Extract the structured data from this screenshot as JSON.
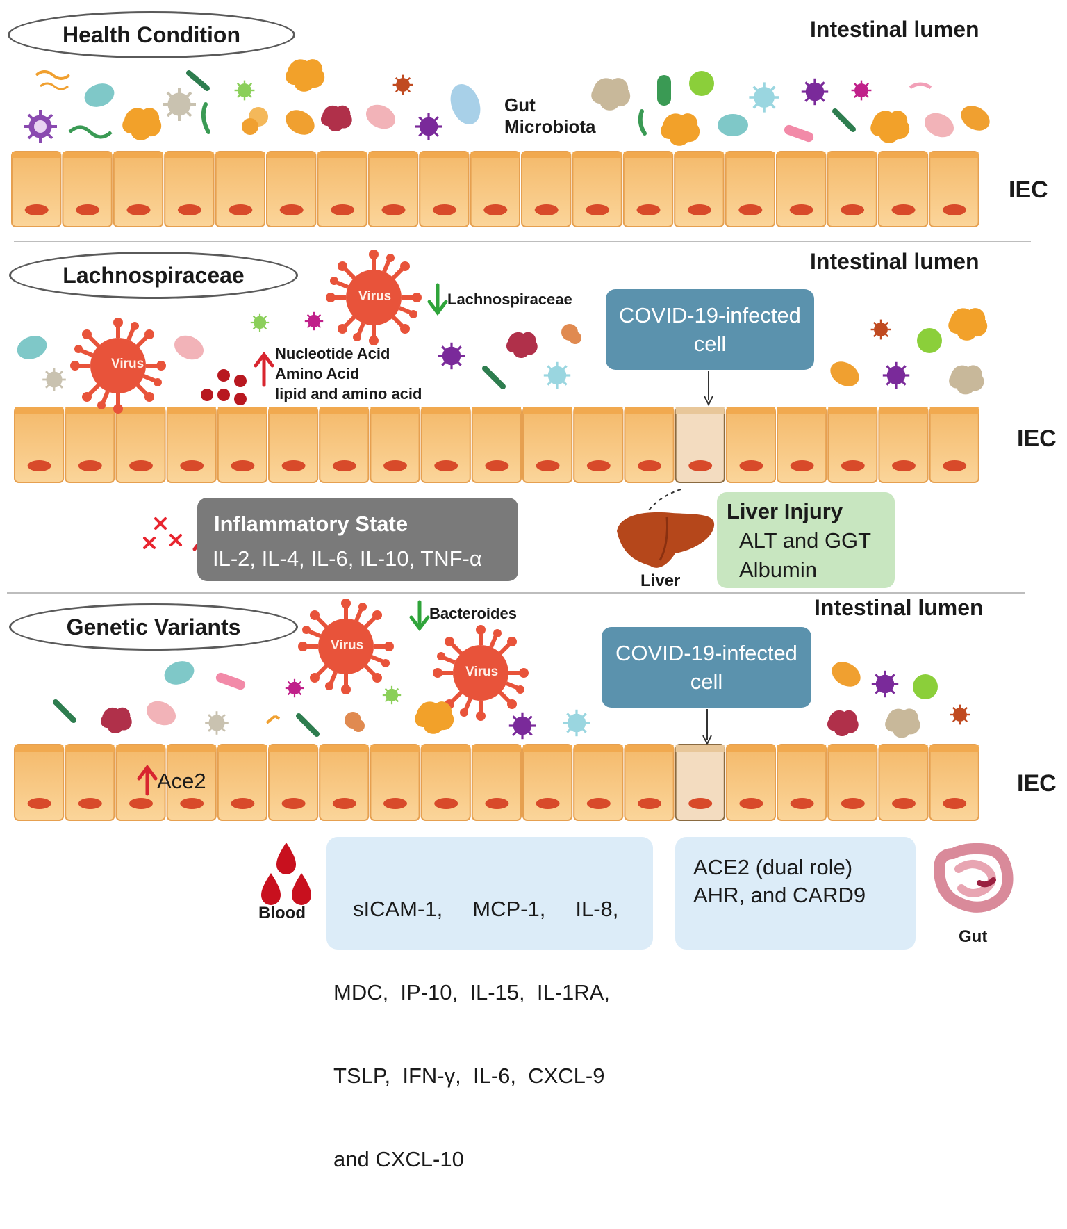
{
  "panels": {
    "health": {
      "title": "Health Condition",
      "lumen": "Intestinal lumen",
      "iec": "IEC",
      "microbiota_label_1": "Gut",
      "microbiota_label_2": "Microbiota"
    },
    "lachno": {
      "title": "Lachnospiraceae",
      "lumen": "Intestinal lumen",
      "iec": "IEC",
      "decrease_label": "Lachnospiraceae",
      "metabolites": [
        "Nucleotide Acid",
        "Amino Acid",
        "lipid and amino acid"
      ],
      "infected_cell_line1": "COVID-19-infected",
      "infected_cell_line2": "cell",
      "inflammatory_title": "Inflammatory State",
      "inflammatory_items": "IL-2, IL-4, IL-6, IL-10, TNF-α",
      "liver_title": "Liver Injury",
      "liver_up": "ALT and GGT",
      "liver_down": "Albumin",
      "liver_label": "Liver"
    },
    "genetic": {
      "title": "Genetic Variants",
      "lumen": "Intestinal lumen",
      "iec": "IEC",
      "decrease_label": "Bacteroides",
      "infected_cell_line1": "COVID-19-infected",
      "infected_cell_line2": "cell",
      "ace2_label": "Ace2",
      "blood_label": "Blood",
      "blood_lines": [
        "sICAM-1,     MCP-1,     IL-8,",
        "MDC,  IP-10,  IL-15,  IL-1RA,",
        "TSLP,  IFN-γ,  IL-6,  CXCL-9",
        "and CXCL-10"
      ],
      "gene_lines": [
        "ACE2 (dual role)",
        "AHR, and CARD9"
      ],
      "gut_label": "Gut"
    }
  },
  "virus_label": "Virus",
  "icons": [
    "virus-icon",
    "bacteria-icon",
    "liver-icon",
    "blood-drop-icon",
    "intestine-icon",
    "up-arrow-icon",
    "down-arrow-icon",
    "cross-icon"
  ],
  "colors": {
    "cell_fill": "#f6c07a",
    "cell_top": "#f1a94f",
    "nucleus": "#d84a2a",
    "virus": "#e8533a",
    "up_arrow": "#d8252f",
    "down_arrow": "#2fa43a",
    "infected_box": "#5b92ad",
    "inflammatory_box": "#7a7a7a",
    "liver_box": "#c8e6c0",
    "blood_box": "#dcecf8"
  }
}
